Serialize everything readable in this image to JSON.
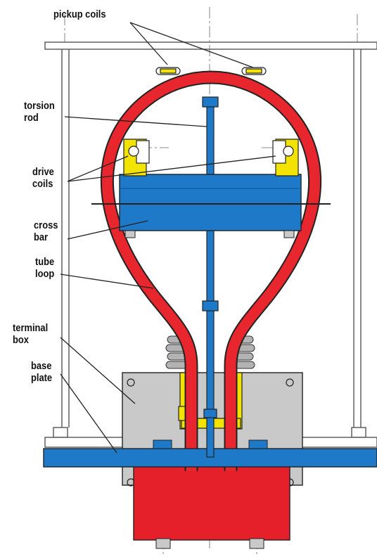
{
  "labels": {
    "pickup_coils": "pickup coils",
    "torsion_rod": [
      "torsion",
      "rod"
    ],
    "drive_coils": [
      "drive",
      "coils"
    ],
    "cross_bar": [
      "cross",
      "bar"
    ],
    "tube_loop": [
      "tube",
      "loop"
    ],
    "terminal_box": [
      "terminal",
      "box"
    ],
    "base_plate": [
      "base",
      "plate"
    ]
  },
  "colors": {
    "tube": "#e8262d",
    "steel": "#1e7ac8",
    "coil": "#f2e300",
    "box": "#c9c9c9",
    "housing": "#e6202b",
    "bellows": "#b3b3b3",
    "outline": "#222222"
  }
}
